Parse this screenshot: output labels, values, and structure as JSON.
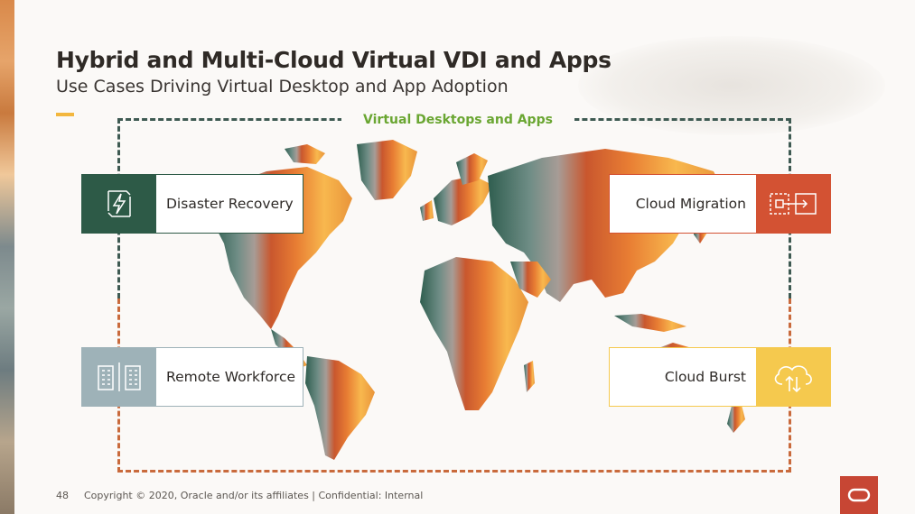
{
  "slide": {
    "title": "Hybrid and Multi-Cloud Virtual VDI and Apps",
    "subtitle": "Use Cases Driving Virtual Desktop and App Adoption",
    "frame_label": "Virtual Desktops and Apps"
  },
  "cards": {
    "disaster_recovery": {
      "label": "Disaster Recovery",
      "icon": "lightning-refresh-icon",
      "color": "#2d5a47"
    },
    "cloud_migration": {
      "label": "Cloud Migration",
      "icon": "migration-icon",
      "color": "#d35233"
    },
    "remote_workforce": {
      "label": "Remote Workforce",
      "icon": "buildings-icon",
      "color": "#9eb2b8"
    },
    "cloud_burst": {
      "label": "Cloud Burst",
      "icon": "cloud-upload-icon",
      "color": "#f5c94e"
    }
  },
  "footer": {
    "page_number": "48",
    "copyright": "Copyright © 2020, Oracle and/or its affiliates  |  Confidential: Internal"
  },
  "brand": {
    "logo": "oracle-logo",
    "color": "#c74634"
  },
  "accent_colors": {
    "green_frame": "#3e5a52",
    "orange_frame": "#c96a3c",
    "label_green": "#6aa632",
    "accent_bar": "#f3b73e"
  }
}
